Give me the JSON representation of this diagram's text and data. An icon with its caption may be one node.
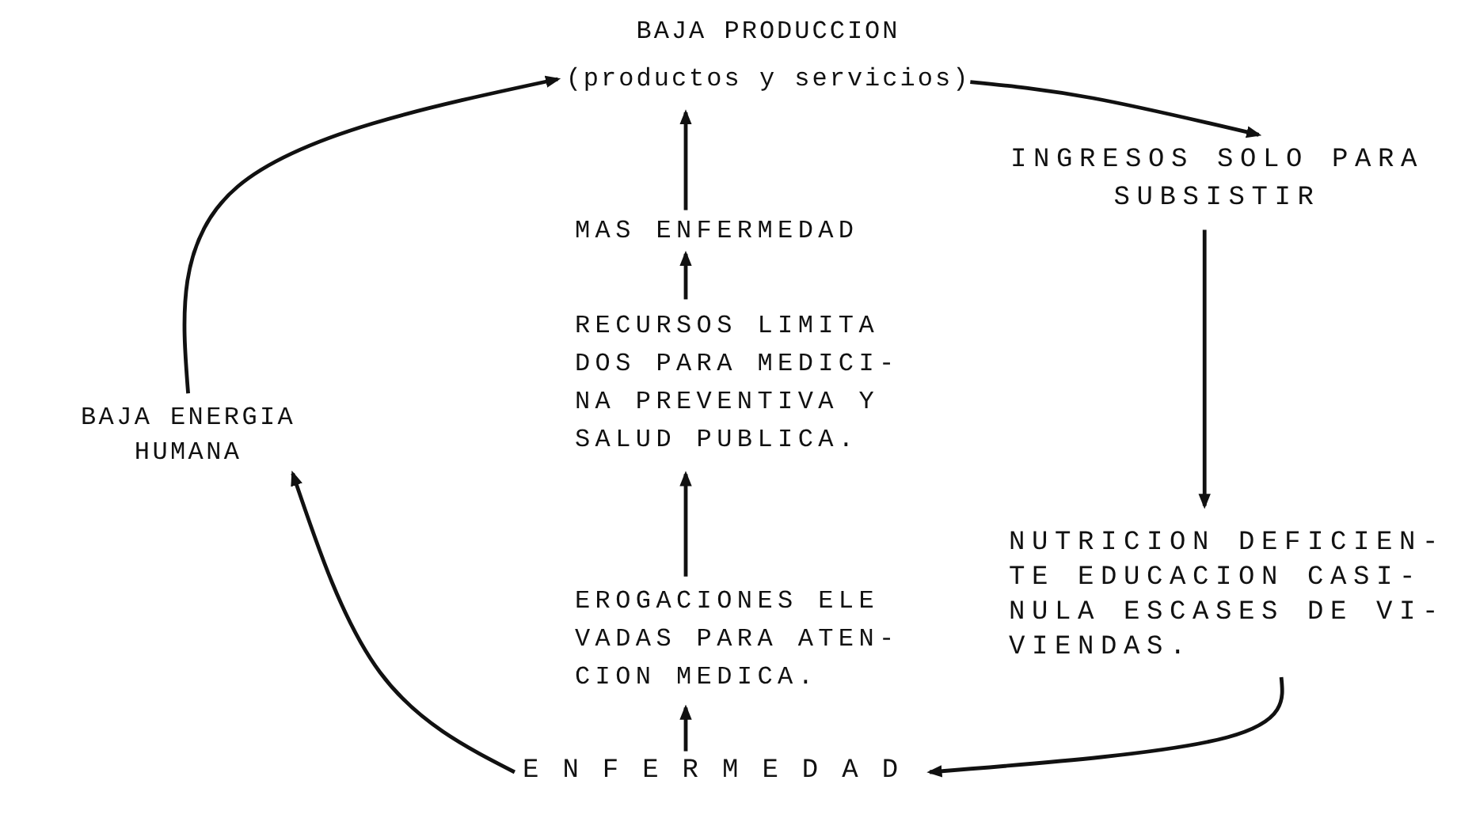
{
  "diagram": {
    "nodes": [
      {
        "text": [
          "BAJA PRODUCCION",
          "(productos y servicios)"
        ]
      },
      {
        "text": [
          "INGRESOS SOLO PARA SUBSISTIR"
        ]
      },
      {
        "text": [
          "NUTRICION DEFICIEN- TE EDUCACION CASI- NULA ESCASES DE VI- VIENDAS."
        ]
      },
      {
        "text": [
          "ENFERMEDAD"
        ]
      },
      {
        "text": [
          "BAJA ENERGIA HUMANA"
        ]
      },
      {
        "text": [
          "MAS ENFERMEDAD"
        ]
      },
      {
        "text": [
          "RECURSOS LIMITA DOS PARA MEDICI- NA PREVENTIVA Y SALUD PUBLICA."
        ]
      },
      {
        "text": [
          "EROGACIONES ELE VADAS PARA ATEN- CION MEDICA."
        ]
      }
    ],
    "edges": [
      {
        "from": 0,
        "to": 1,
        "arrow": "to"
      },
      {
        "from": 1,
        "to": 2,
        "arrow": "to"
      },
      {
        "from": 2,
        "to": 3,
        "arrow": "to"
      },
      {
        "from": 3,
        "to": 4,
        "arrow": "to"
      },
      {
        "from": 4,
        "to": 0,
        "arrow": "to"
      },
      {
        "from": 3,
        "to": 7,
        "arrow": "to"
      },
      {
        "from": 7,
        "to": 6,
        "arrow": "to"
      },
      {
        "from": 6,
        "to": 5,
        "arrow": "to"
      },
      {
        "from": 5,
        "to": 0,
        "arrow": "to"
      }
    ]
  }
}
